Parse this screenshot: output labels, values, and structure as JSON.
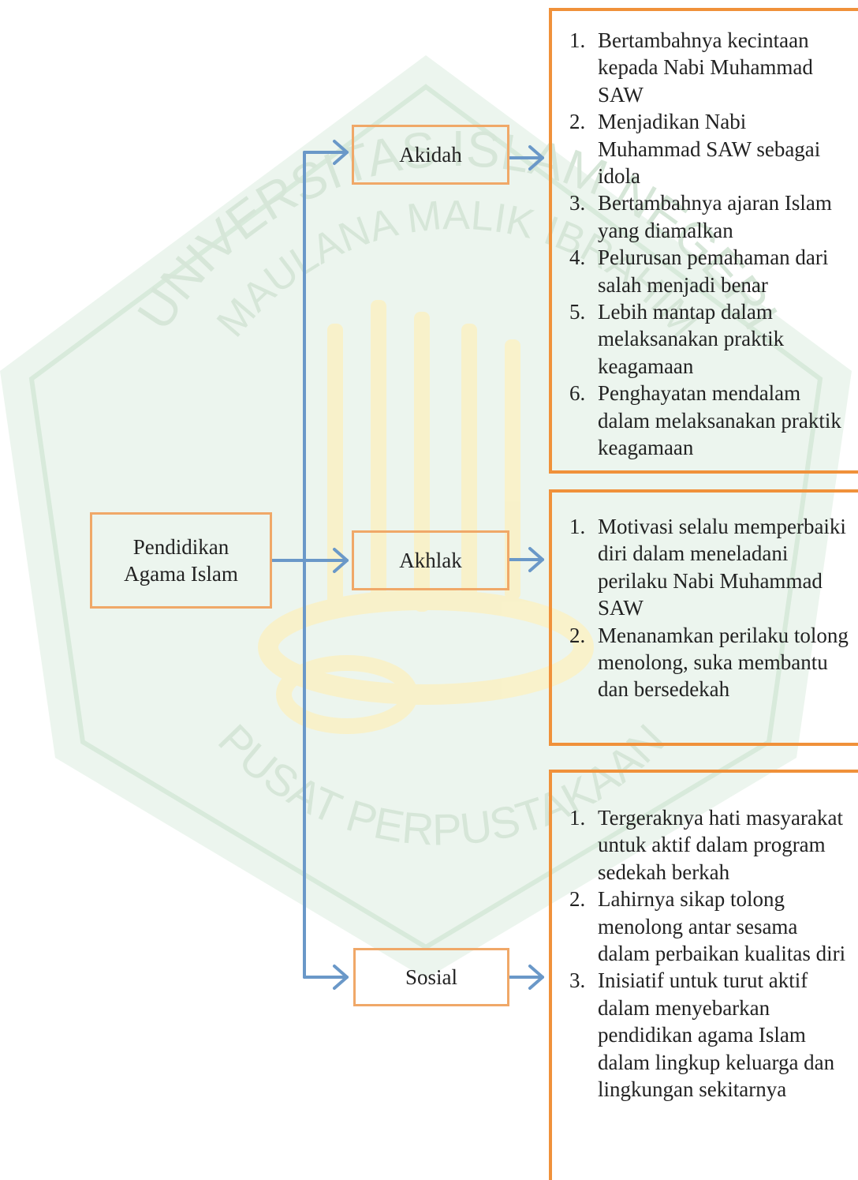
{
  "diagram": {
    "root": {
      "label_line1": "Pendidikan",
      "label_line2": "Agama Islam"
    },
    "branches": [
      {
        "label": "Akidah",
        "items": [
          "Bertambahnya kecintaan kepada Nabi Muhammad SAW",
          "Menjadikan Nabi Muhammad SAW sebagai idola",
          "Bertambahnya ajaran Islam yang diamalkan",
          "Pelurusan pemahaman dari salah menjadi benar",
          "Lebih mantap dalam melaksanakan praktik keagamaan",
          "Penghayatan mendalam dalam melaksanakan praktik keagamaan"
        ]
      },
      {
        "label": "Akhlak",
        "items": [
          "Motivasi selalu memperbaiki diri dalam meneladani perilaku Nabi Muhammad SAW",
          "Menanamkan perilaku tolong menolong, suka membantu dan bersedekah"
        ]
      },
      {
        "label": "Sosial",
        "items": [
          "Tergeraknya hati masyarakat untuk aktif dalam program sedekah berkah",
          "Lahirnya sikap tolong menolong antar sesama dalam perbaikan kualitas diri",
          "Inisiatif untuk turut aktif dalam menyebarkan pendidikan agama Islam dalam lingkup keluarga dan lingkungan sekitarnya"
        ]
      }
    ],
    "watermark": {
      "arc_top": "UNIVERSITAS ISLAM NEGERI",
      "arc_mid": "MAULANA MALIK IBRAHIM",
      "arc_bottom": "PUSAT PERPUSTAKAAN"
    },
    "colors": {
      "box_border": "#f0a868",
      "detail_border": "#f0913a",
      "arrow": "#6a98c8",
      "watermark_green": "#e4f1e6",
      "watermark_yellow": "#fbf3c8"
    }
  }
}
